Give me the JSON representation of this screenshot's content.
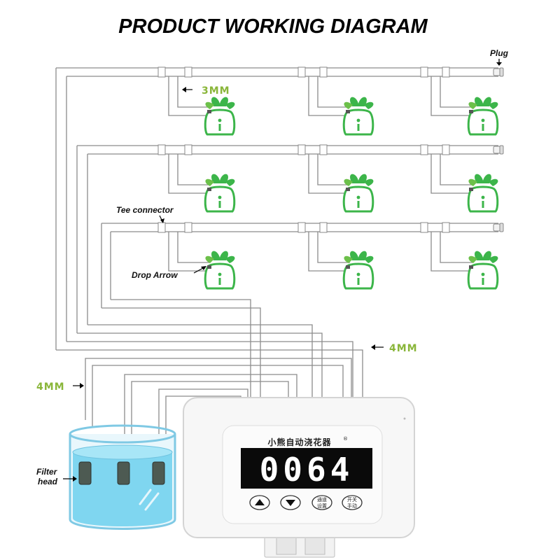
{
  "title": "PRODUCT WORKING DIAGRAM",
  "labels": {
    "plug": "Plug",
    "tube_3mm": "3MM",
    "tee_connector": "Tee connector",
    "drop_arrow": "Drop Arrow",
    "tube_4mm_right": "4MM",
    "tube_4mm_left": "4MM",
    "filter_head_line1": "Filter",
    "filter_head_line2": "head"
  },
  "controller": {
    "brand": "小熊自动浇花器",
    "registered": "®",
    "display": "0064",
    "buttons": [
      {
        "name": "up-button",
        "icon": "triangle-up-icon"
      },
      {
        "name": "down-button",
        "icon": "triangle-down-icon"
      },
      {
        "name": "channel-set-button",
        "line1": "通道",
        "line2": "设置"
      },
      {
        "name": "manual-switch-button",
        "line1": "开关",
        "line2": "手动"
      }
    ]
  },
  "colors": {
    "label_green": "#8ab63a",
    "plant_green": "#3cb54a",
    "water": "#7fd6f0",
    "lcd_bg": "#0a0a0a"
  }
}
